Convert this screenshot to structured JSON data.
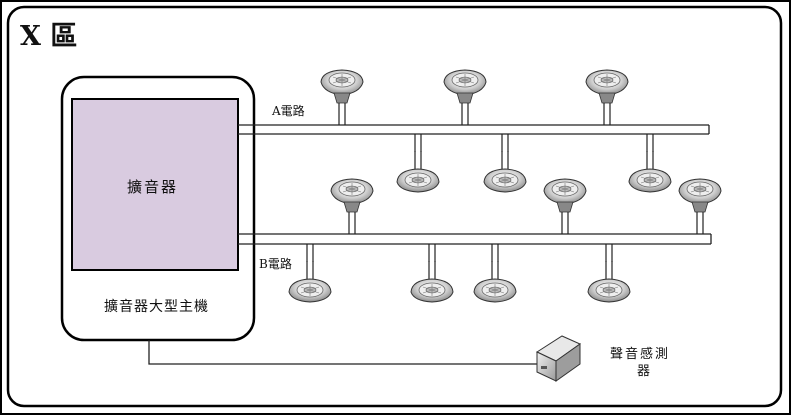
{
  "zone_title": "X 區",
  "amplifier_label": "擴音器",
  "host_label": "擴音器大型主機",
  "circuit_a_label": "A電路",
  "circuit_b_label": "B電路",
  "sensor_label_line1": "聲音感測",
  "sensor_label_line2": "器",
  "colors": {
    "amplifier_fill": "#d9cbe0",
    "line": "#222222",
    "speaker_body": "#d8d8d8"
  }
}
